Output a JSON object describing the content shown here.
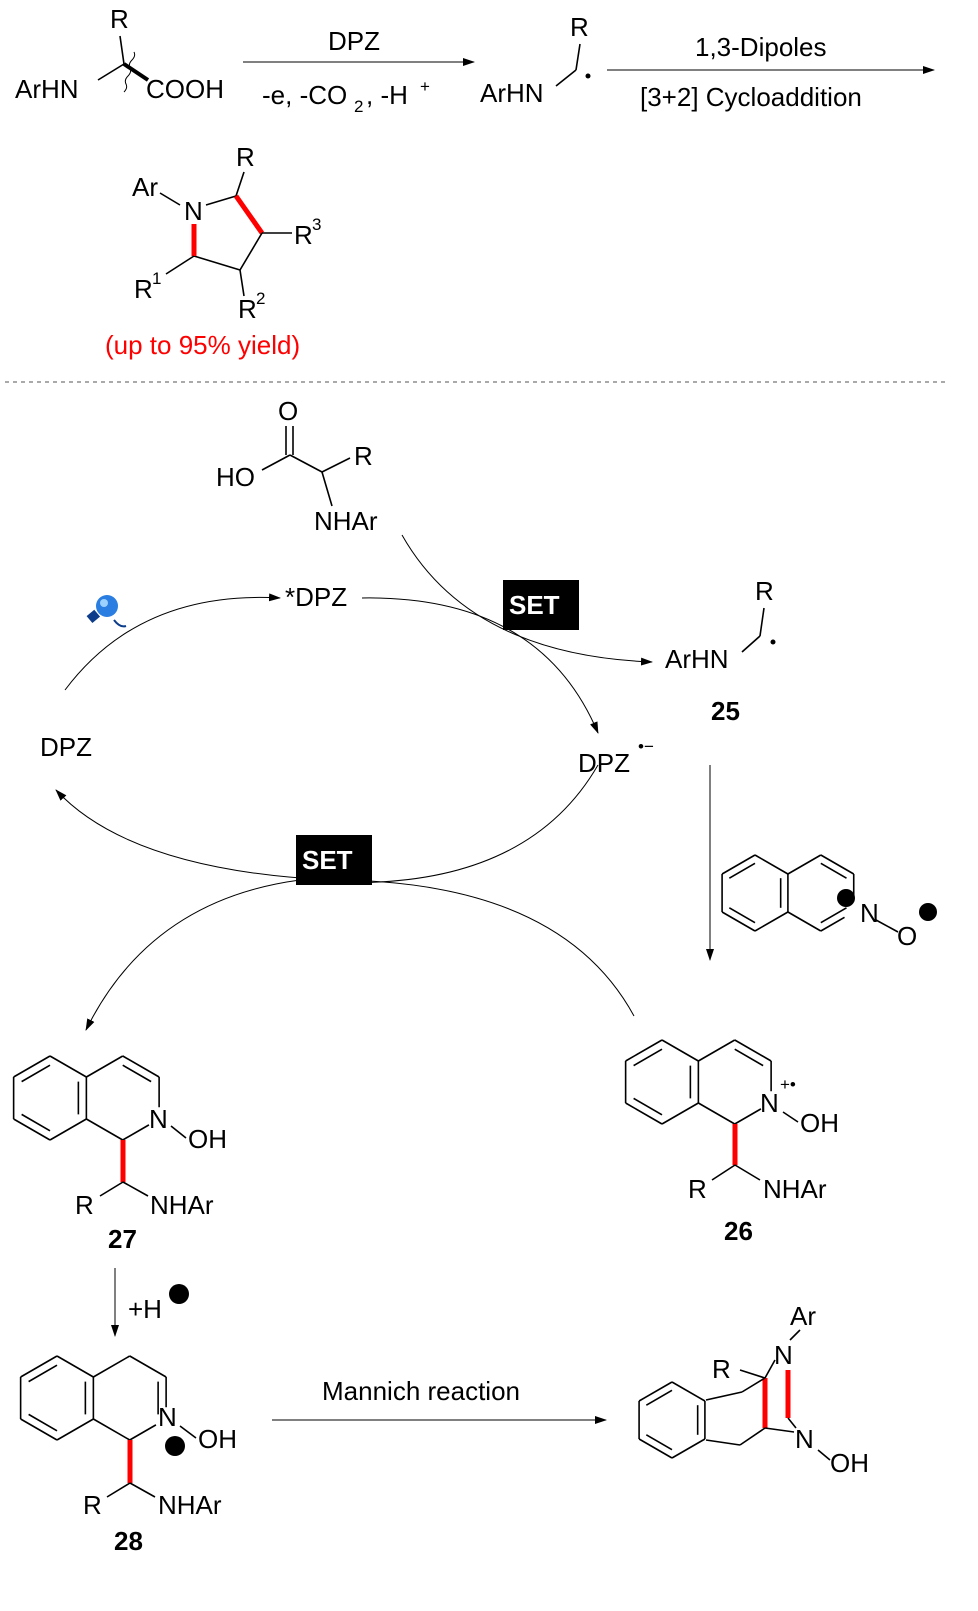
{
  "top_scheme": {
    "sm_R": "R",
    "sm_arhn": "ArHN",
    "sm_cooh": "COOH",
    "reagent1": "DPZ",
    "cond1_a": "-e, -CO",
    "cond1_sub": "2",
    "cond1_b": ", -H",
    "cond1_sup": "+",
    "rad_R": "R",
    "rad_arhn": "ArHN",
    "reagent2": "1,3-Dipoles",
    "cond2": "[3+2] Cycloaddition",
    "prod_ar": "Ar",
    "prod_n": "N",
    "prod_R": "R",
    "prod_R3": "R",
    "prod_R3_sup": "3",
    "prod_R1": "R",
    "prod_R1_sup": "1",
    "prod_R2": "R",
    "prod_R2_sup": "2",
    "yield": "(up to 95% yield)",
    "accent_color": "#ff0000"
  },
  "cycle": {
    "acid_o": "O",
    "acid_ho": "HO",
    "acid_R": "R",
    "acid_nhar": "NHAr",
    "excited": "*DPZ",
    "set1": "SET",
    "ground": "DPZ",
    "radical_anion": "DPZ",
    "radical_anion_sup": "•−",
    "r25_R": "R",
    "r25_arhn": "ArHN",
    "label25": "25",
    "set2": "SET",
    "noxide_n": "N",
    "noxide_o": "O",
    "plus": "+",
    "minus": "−",
    "c26_n": "N",
    "c26_sup": "+•",
    "c26_oh": "OH",
    "c26_R": "R",
    "c26_nhar": "NHAr",
    "label26": "26",
    "c27_n": "N",
    "c27_oh": "OH",
    "c27_R": "R",
    "c27_nhar": "NHAr",
    "label27": "27",
    "proton": "+H",
    "c28_n": "N",
    "c28_oh": "OH",
    "c28_R": "R",
    "c28_nhar": "NHAr",
    "label28": "28",
    "mannich": "Mannich reaction",
    "p_ar": "Ar",
    "p_n1": "N",
    "p_R": "R",
    "p_n2": "N",
    "p_oh": "OH",
    "light_icon": "lightbulb-icon",
    "light_color": "#1e6fd9"
  }
}
